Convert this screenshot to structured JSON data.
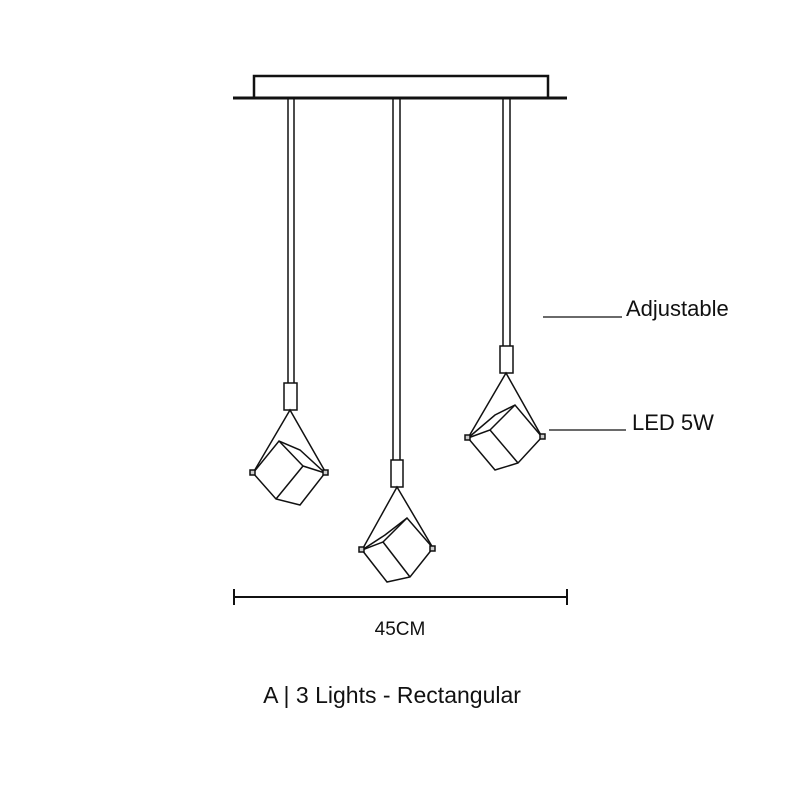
{
  "labels": {
    "adjustable": "Adjustable",
    "led": "LED 5W",
    "width": "45CM",
    "title": "A | 3 Lights - Rectangular"
  },
  "colors": {
    "line": "#111111",
    "background": "#ffffff"
  }
}
